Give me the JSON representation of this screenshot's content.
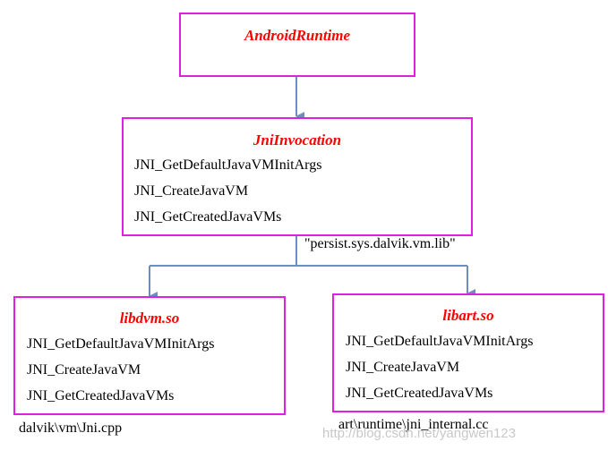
{
  "android_runtime": {
    "title": "AndroidRuntime"
  },
  "jni_invocation": {
    "title": "JniInvocation",
    "functions": [
      "JNI_GetDefaultJavaVMInitArgs",
      "JNI_CreateJavaVM",
      "JNI_GetCreatedJavaVMs"
    ]
  },
  "property_label": "\"persist.sys.dalvik.vm.lib\"",
  "libdvm": {
    "title": "libdvm.so",
    "functions": [
      "JNI_GetDefaultJavaVMInitArgs",
      "JNI_CreateJavaVM",
      "JNI_GetCreatedJavaVMs"
    ],
    "source": "dalvik\\vm\\Jni.cpp"
  },
  "libart": {
    "title": "libart.so",
    "functions": [
      "JNI_GetDefaultJavaVMInitArgs",
      "JNI_CreateJavaVM",
      "JNI_GetCreatedJavaVMs"
    ],
    "source": "art\\runtime\\jni_internal.cc"
  },
  "watermark": "http://blog.csdn.net/yangwen123",
  "colors": {
    "border": "#e020e0",
    "title": "#ff0000",
    "arrow": "#6a8fc0"
  }
}
